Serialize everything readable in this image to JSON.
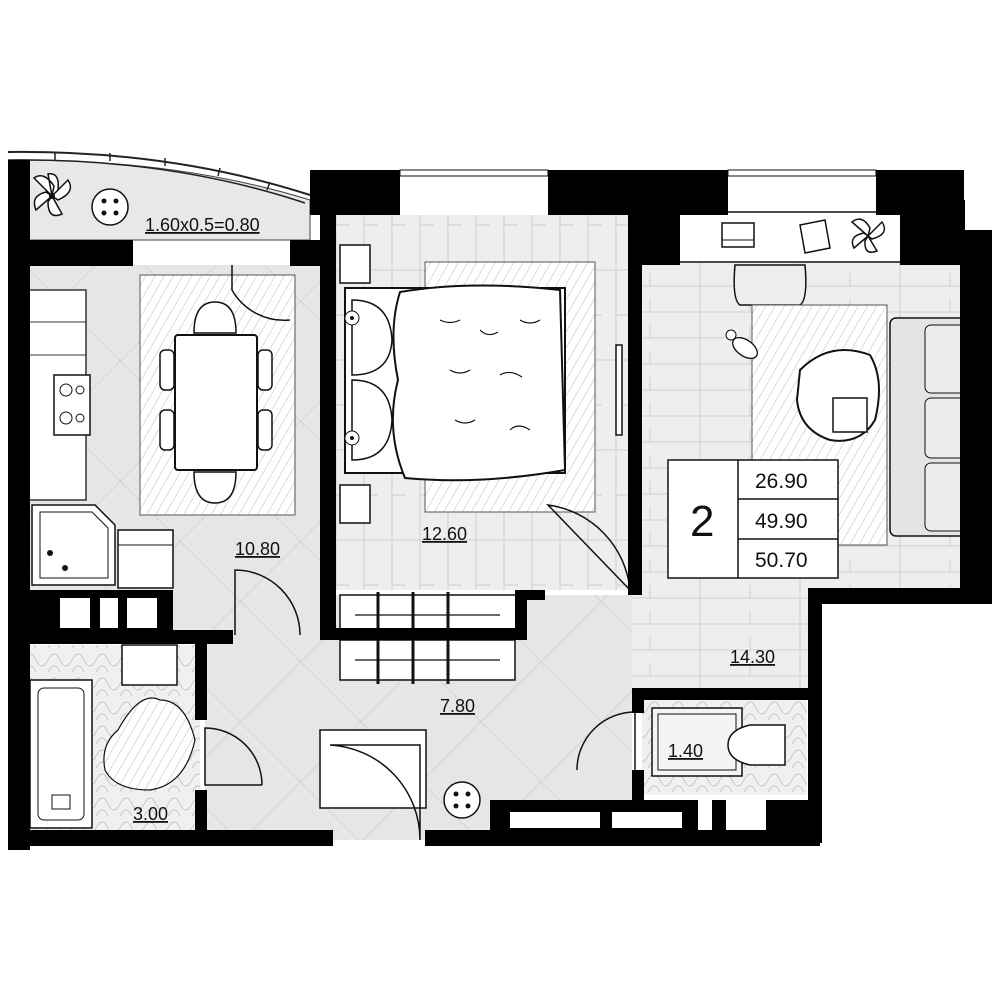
{
  "plan": {
    "balcony_label": "1.60x0.5=0.80",
    "rooms": [
      {
        "id": "kitchen",
        "area": "10.80"
      },
      {
        "id": "bedroom",
        "area": "12.60"
      },
      {
        "id": "living-room",
        "area": "14.30"
      },
      {
        "id": "hallway",
        "area": "7.80"
      },
      {
        "id": "bathroom",
        "area": "3.00"
      },
      {
        "id": "toilet",
        "area": "1.40"
      }
    ],
    "summary": {
      "room_count": "2",
      "living_area": "26.90",
      "total_area": "49.90",
      "total_area_with_balcony": "50.70"
    }
  },
  "colors": {
    "wall": "#000000",
    "floor_tile": "#e4e4e4",
    "floor_wood": "#eeeeee",
    "balcony": "#e8e8e8",
    "furniture": "#ffffff"
  },
  "icons": [
    "plant-icon",
    "stool-icon",
    "laptop-icon",
    "cat-icon",
    "door-swing-icon"
  ]
}
